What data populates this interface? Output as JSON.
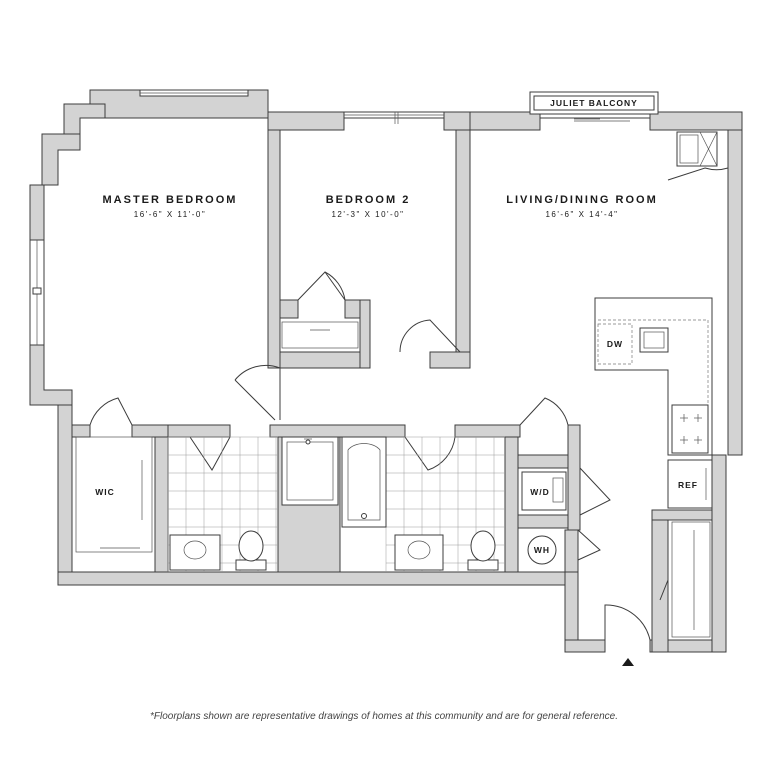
{
  "rooms": {
    "master_bedroom": {
      "name": "MASTER BEDROOM",
      "dims": "16'-6\" X 11'-0\""
    },
    "bedroom_2": {
      "name": "BEDROOM 2",
      "dims": "12'-3\" X 10'-0\""
    },
    "living_dining": {
      "name": "LIVING/DINING ROOM",
      "dims": "16'-6\" X 14'-4\""
    }
  },
  "labels": {
    "juliet_balcony": "JULIET BALCONY",
    "wic": "WIC",
    "dw": "DW",
    "wd": "W/D",
    "wh": "WH",
    "ref": "REF"
  },
  "disclaimer": "*Floorplans shown are representative drawings of homes at this community and are for general reference.",
  "colors": {
    "wall_fill": "#d3d3d3",
    "wall_stroke": "#3c3c3c",
    "text": "#1a1a1a"
  }
}
